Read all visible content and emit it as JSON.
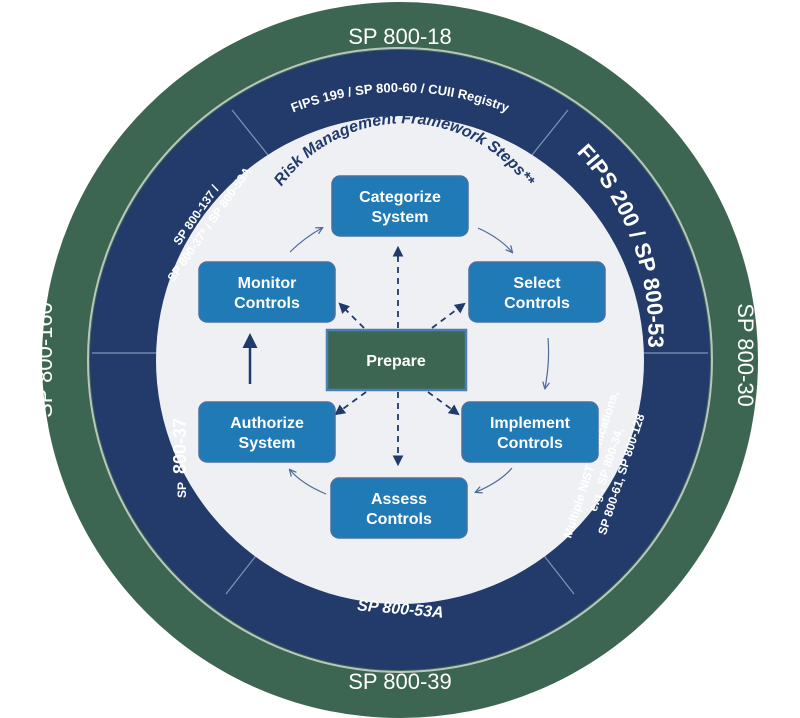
{
  "colors": {
    "outer_ring": "#3c6552",
    "mid_ring": "#223b6a",
    "inner_disc": "#eef0f4",
    "box": "#1f7ab5",
    "prepare_box": "#3c6552",
    "arrow": "#1f3a6b"
  },
  "outer": {
    "top": "SP 800-18",
    "bottom": "SP 800-39",
    "left": "SP 800-160",
    "right": "SP 800-30"
  },
  "ring": {
    "top": "FIPS 199 / SP 800-60 / CUII Registry",
    "upper_right": "FIPS 200 / SP 800-53",
    "upper_left_line1": "SP 800-137 /",
    "upper_left_line2": "SP 800-37* / SP 800-53A",
    "lower_left_prefix": "SP",
    "lower_left_number": "800-37",
    "lower_right_line1": "Multiple NIST Publications,",
    "lower_right_line2": "e.g., SP 800-34,",
    "lower_right_line3": "SP 800-61, SP 800-128",
    "bottom": "SP 800-53A"
  },
  "center_title": "Risk Management Framework Steps**",
  "steps": {
    "categorize_line1": "Categorize",
    "categorize_line2": "System",
    "select_line1": "Select",
    "select_line2": "Controls",
    "implement_line1": "Implement",
    "implement_line2": "Controls",
    "assess_line1": "Assess",
    "assess_line2": "Controls",
    "authorize_line1": "Authorize",
    "authorize_line2": "System",
    "monitor_line1": "Monitor",
    "monitor_line2": "Controls",
    "prepare": "Prepare"
  }
}
